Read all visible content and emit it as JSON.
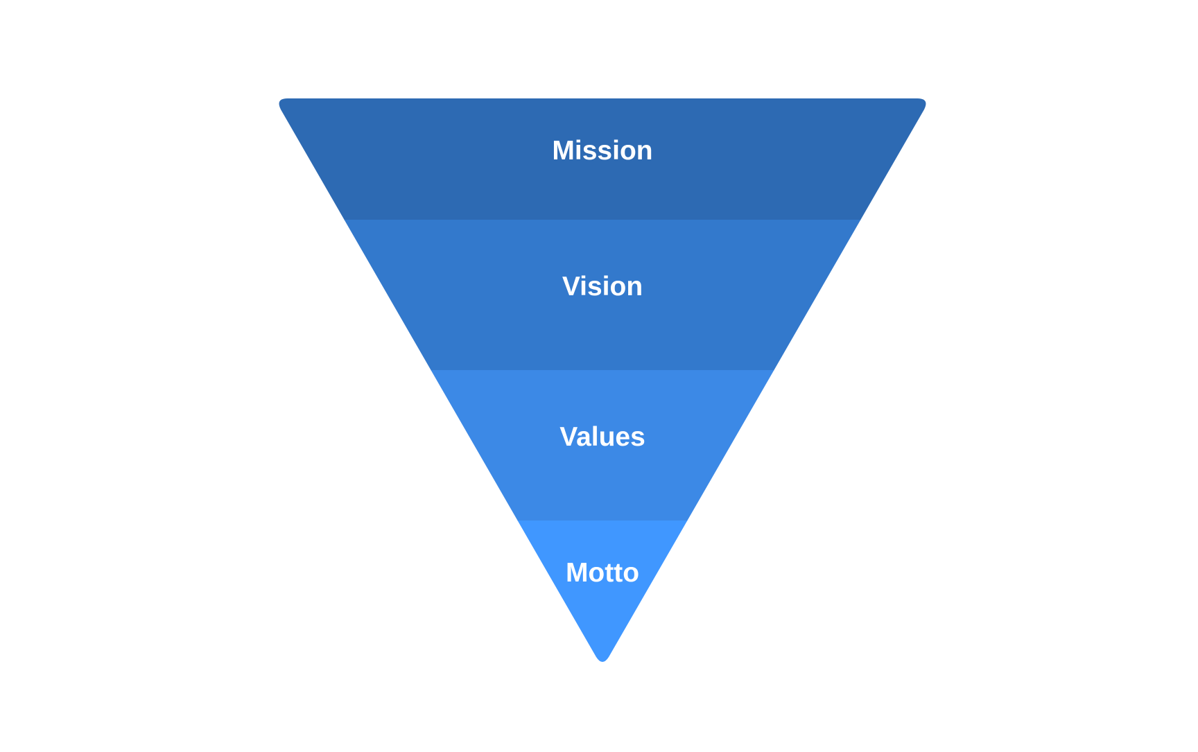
{
  "diagram": {
    "type": "inverted-pyramid",
    "tiers": [
      {
        "label": "Mission",
        "color": "#2D6AB3"
      },
      {
        "label": "Vision",
        "color": "#3379CC"
      },
      {
        "label": "Values",
        "color": "#3C89E6"
      },
      {
        "label": "Motto",
        "color": "#4097FF"
      }
    ]
  }
}
